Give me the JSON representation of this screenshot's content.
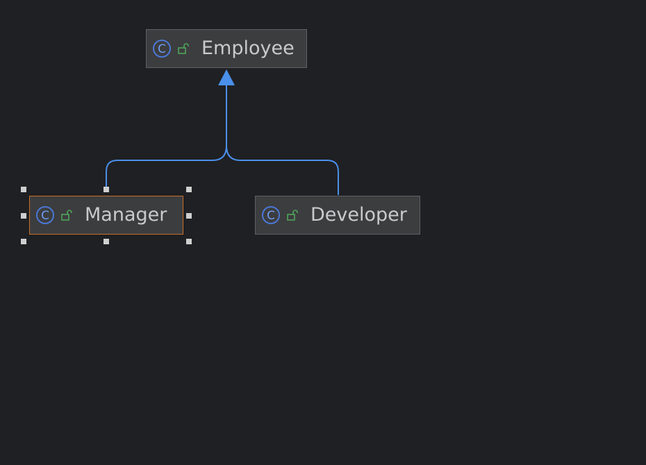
{
  "diagram": {
    "nodes": [
      {
        "id": "employee",
        "label": "Employee",
        "icon": "class-icon",
        "visibility_icon": "public-lock-icon",
        "selected": false
      },
      {
        "id": "manager",
        "label": "Manager",
        "icon": "class-icon",
        "visibility_icon": "public-lock-icon",
        "selected": true
      },
      {
        "id": "developer",
        "label": "Developer",
        "icon": "class-icon",
        "visibility_icon": "public-lock-icon",
        "selected": false
      }
    ],
    "edges": [
      {
        "from": "manager",
        "to": "employee",
        "type": "generalization"
      },
      {
        "from": "developer",
        "to": "employee",
        "type": "generalization"
      }
    ]
  },
  "colors": {
    "background": "#1f2023",
    "node_fill": "#3c3d3f",
    "node_border": "#5e6063",
    "selected_border": "#c7702a",
    "edge": "#4a8fea",
    "class_icon": "#4a78d8",
    "lock_icon": "#4fa65a",
    "text": "#c8cacc",
    "handle": "#cfcfcf"
  }
}
